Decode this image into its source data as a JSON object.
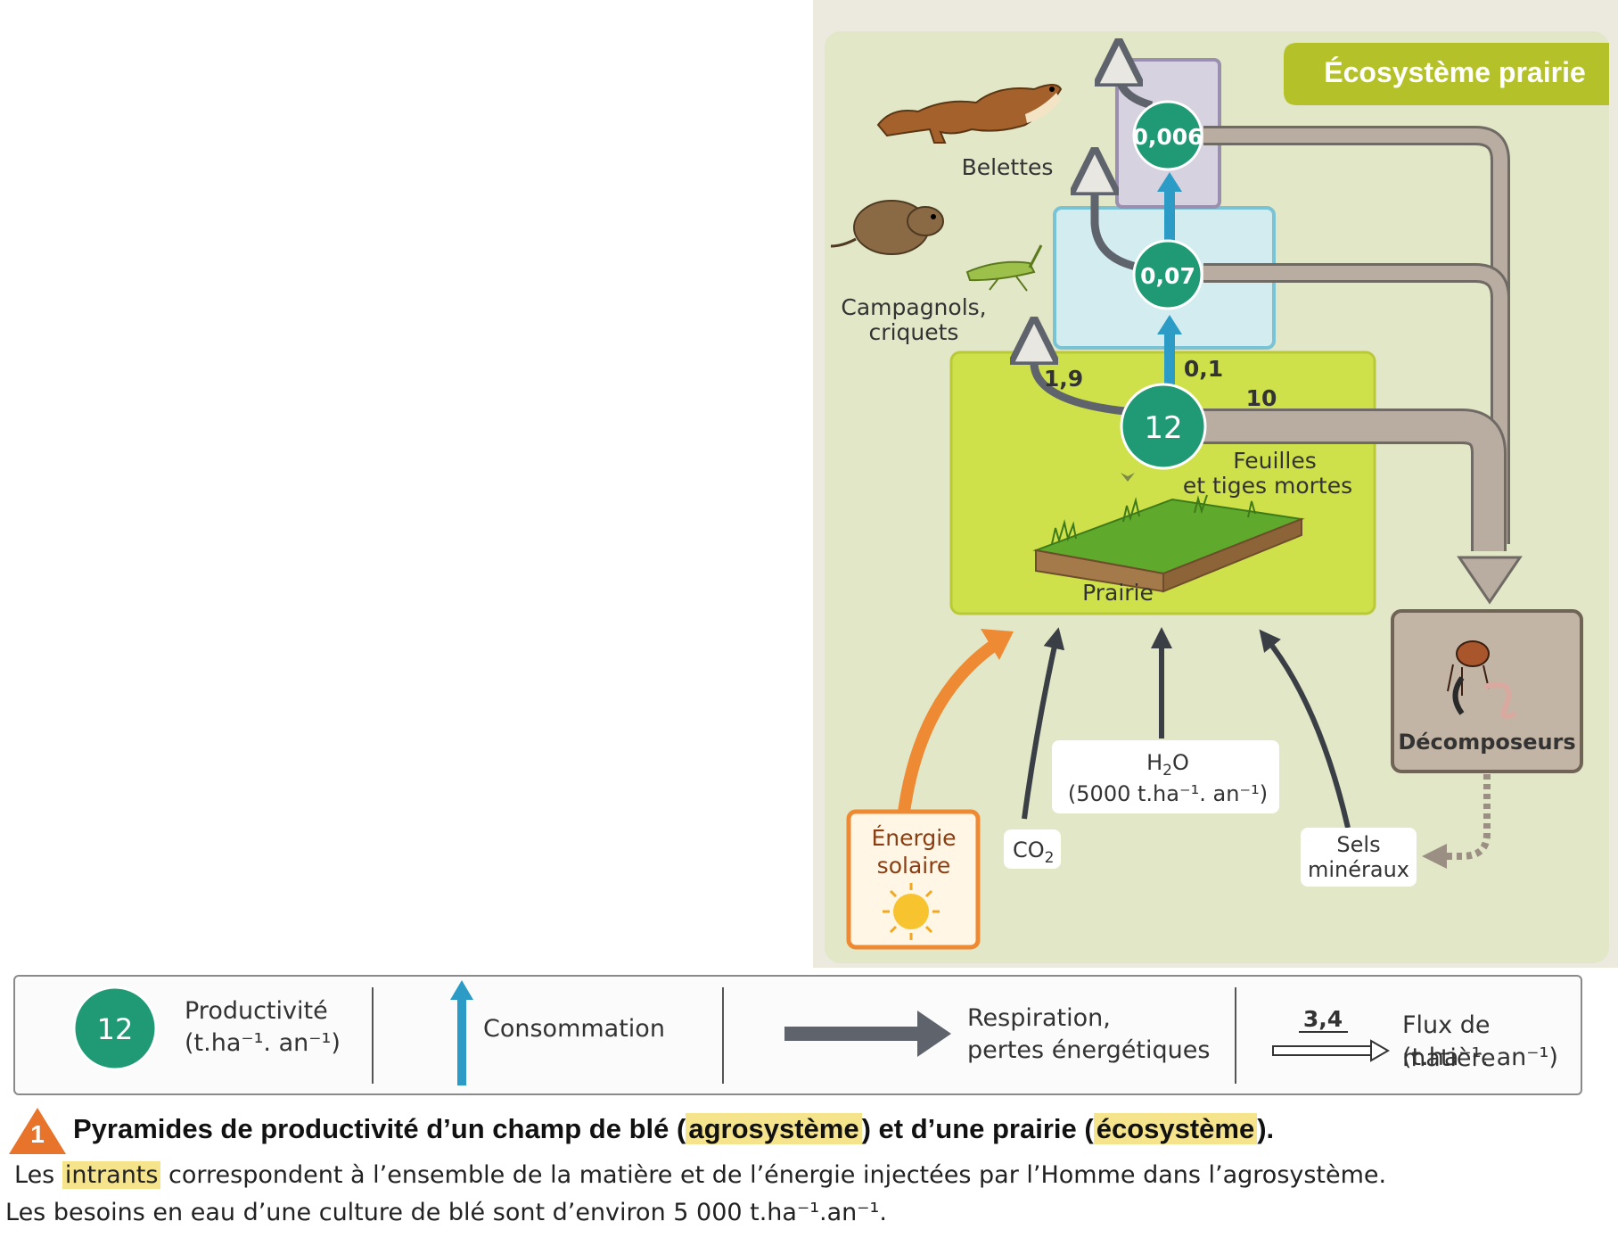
{
  "header": {
    "title": "Écosystème prairie"
  },
  "colors": {
    "panel_bg": "#e2e7c7",
    "header_bg": "#b4c128",
    "prairie_box": "#cfe14a",
    "herbivore_box": "#d2ecef",
    "carnivore_box": "#d7d2e0",
    "productivity_circle": "#1f9a74",
    "consumption_arrow": "#2c9cc7",
    "respiration_arrow": "#5e636c",
    "matter_flux_arrow": "#b9ada2",
    "solar_orange": "#ee8a33",
    "decomposer_box": "#c3b5a5"
  },
  "levels": {
    "carnivores": {
      "label": "Belettes",
      "productivity": "0,006"
    },
    "herbivores": {
      "label_line1": "Campagnols,",
      "label_line2": "criquets",
      "productivity": "0,07"
    },
    "producers": {
      "label": "Prairie",
      "productivity": "12"
    }
  },
  "flows": {
    "respiration": "1,9",
    "consumption": "0,1",
    "dead_matter": "10",
    "dead_matter_label_line1": "Feuilles",
    "dead_matter_label_line2": "et tiges mortes"
  },
  "inputs": {
    "solar_line1": "Énergie",
    "solar_line2": "solaire",
    "co2": "CO",
    "co2_sub": "2",
    "water": "H",
    "water_sub": "2",
    "water_o": "O",
    "water_amount": "(5000 t.ha⁻¹. an⁻¹)",
    "salts_line1": "Sels",
    "salts_line2": "minéraux"
  },
  "decomposers": {
    "label": "Décomposeurs"
  },
  "legend": {
    "productivity_sample": "12",
    "productivity_line1": "Productivité",
    "productivity_line2": "(t.ha⁻¹. an⁻¹)",
    "consumption": "Consommation",
    "respiration_line1": "Respiration,",
    "respiration_line2": "pertes énergétiques",
    "flux_sample": "3,4",
    "flux_line1": "Flux de matière",
    "flux_line2": "(t.ha⁻¹. an⁻¹)"
  },
  "caption": {
    "number": "1",
    "title_part1": "Pyramides de productivité d’un champ de blé (",
    "title_hl1": "agrosystème",
    "title_part2": ") et d’une prairie (",
    "title_hl2": "écosystème",
    "title_part3": ").",
    "line2_part1": "Les ",
    "line2_hl": "intrants",
    "line2_part2": " correspondent à l’ensemble de la matière et de l’énergie injectées par l’Homme dans l’agrosystème.",
    "line3": "Les besoins en eau d’une culture de blé sont d’environ 5 000 t.ha⁻¹.an⁻¹."
  }
}
